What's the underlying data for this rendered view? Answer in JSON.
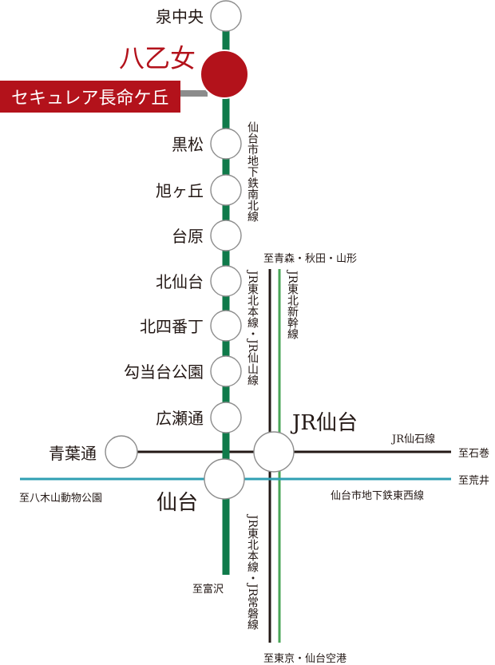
{
  "colors": {
    "namboku": "#0f7a4a",
    "tozai": "#2f9fb3",
    "jr_conventional": "#231815",
    "shinkansen": "#4aa657",
    "highlight": "#b3121b",
    "connector": "#8c8c8c",
    "text": "#231815"
  },
  "stations": {
    "izumi_chuo": "泉中央",
    "yaotome": "八乙女",
    "kuromatsu": "黒松",
    "asahigaoka": "旭ヶ丘",
    "dainohara": "台原",
    "kitasendai": "北仙台",
    "kitayobancho": "北四番丁",
    "koto_dai_koen": "勾当台公園",
    "hirosedori": "広瀬通",
    "sendai": "仙台",
    "aobadori": "青葉通",
    "jr_sendai": "JR仙台"
  },
  "property": {
    "label": "セキュレア長命ケ丘"
  },
  "lines": {
    "namboku": "仙台市地下鉄南北線",
    "jr_tohoku_senzan": "JR東北本線・JR仙山線",
    "jr_tohoku_shinkansen": "JR東北新幹線",
    "jr_senseki": "JR仙石線",
    "tozai": "仙台市地下鉄東西線",
    "jr_tohoku_joban": "JR東北本線・JR常磐線"
  },
  "destinations": {
    "north_jr": "至青森・秋田・山形",
    "south_subway": "至富沢",
    "south_jr": "至東京・仙台空港",
    "east_senseki": "至石巻",
    "east_tozai": "至荒井",
    "west_tozai": "至八木山動物公園"
  }
}
